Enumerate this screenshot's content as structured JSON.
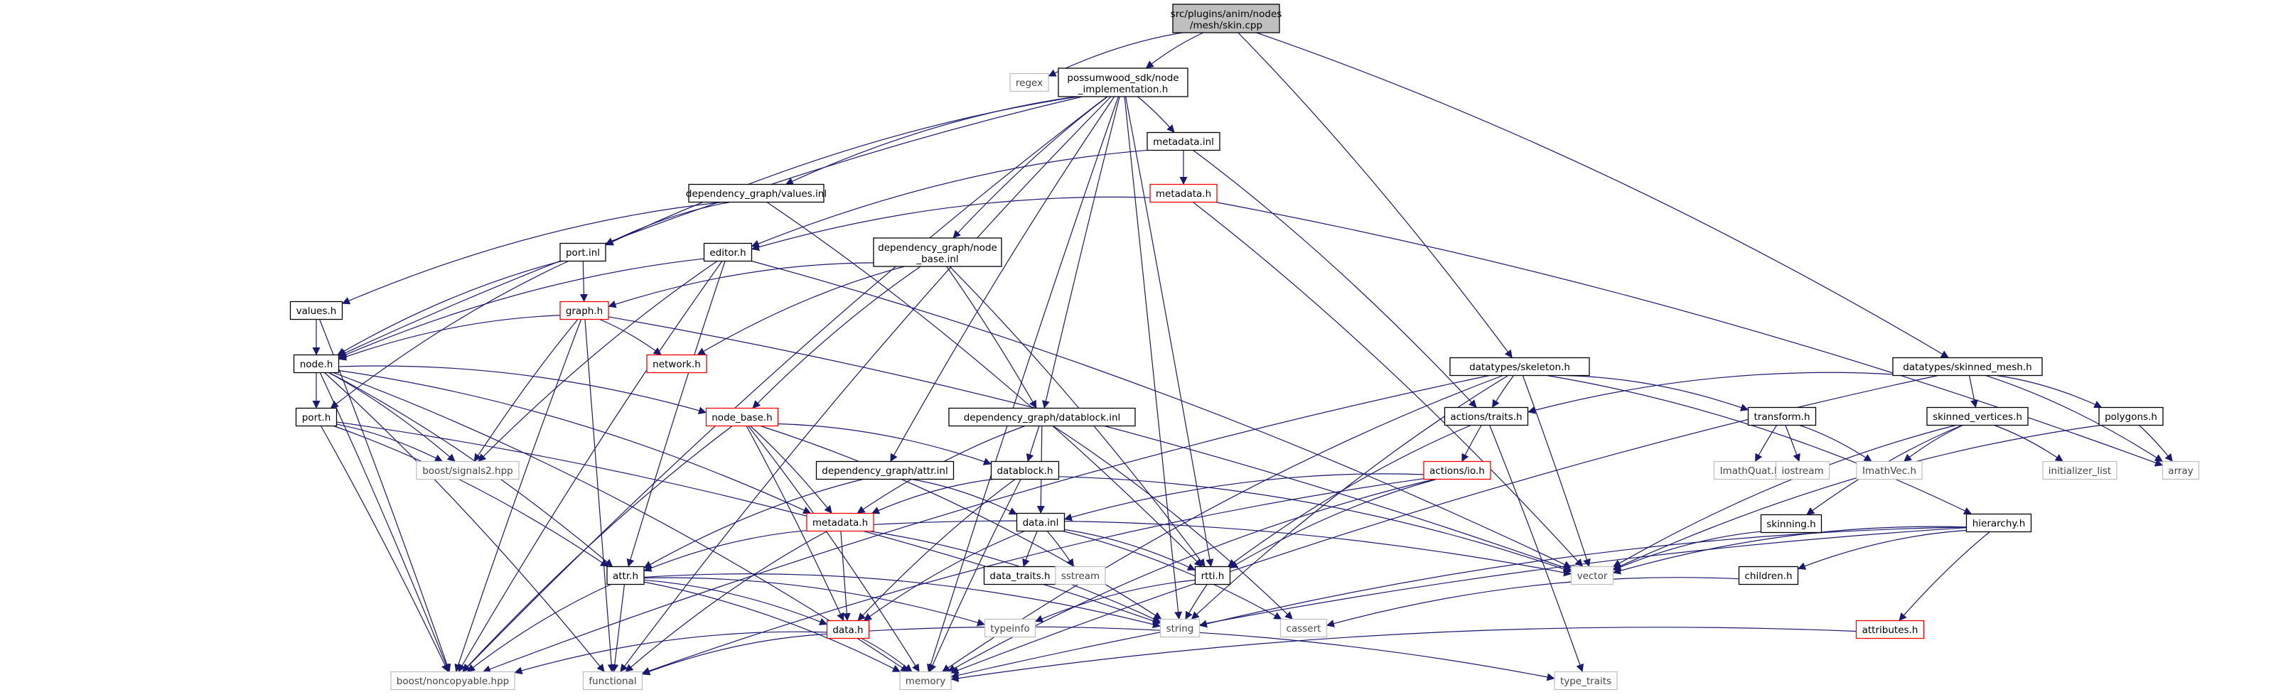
{
  "colors": {
    "root_fill": "#bfbfbf",
    "normal_border": "#000000",
    "truncated_border": "#ff0000",
    "system_border": "#bfbfbf",
    "edge": "#191970",
    "node_fill": "#ffffff"
  },
  "nodes": [
    {
      "id": "skin",
      "lines": [
        "src/plugins/anim/nodes",
        "/mesh/skin.cpp"
      ],
      "kind": "root"
    },
    {
      "id": "regex",
      "lines": [
        "regex"
      ],
      "kind": "system"
    },
    {
      "id": "node_impl",
      "lines": [
        "possumwood_sdk/node",
        "_implementation.h"
      ],
      "kind": "normal"
    },
    {
      "id": "skeleton_h",
      "lines": [
        "datatypes/skeleton.h"
      ],
      "kind": "normal"
    },
    {
      "id": "skinned_mesh_h",
      "lines": [
        "datatypes/skinned_mesh.h"
      ],
      "kind": "normal"
    },
    {
      "id": "metadata_inl",
      "lines": [
        "metadata.inl"
      ],
      "kind": "normal"
    },
    {
      "id": "values_inl",
      "lines": [
        "dependency_graph/values.inl"
      ],
      "kind": "normal"
    },
    {
      "id": "metadata_h_top",
      "lines": [
        "metadata.h"
      ],
      "kind": "truncated"
    },
    {
      "id": "port_inl",
      "lines": [
        "port.inl"
      ],
      "kind": "normal"
    },
    {
      "id": "editor_h",
      "lines": [
        "editor.h"
      ],
      "kind": "normal"
    },
    {
      "id": "node_base_inl",
      "lines": [
        "dependency_graph/node",
        "_base.inl"
      ],
      "kind": "normal"
    },
    {
      "id": "values_h",
      "lines": [
        "values.h"
      ],
      "kind": "normal"
    },
    {
      "id": "graph_h",
      "lines": [
        "graph.h"
      ],
      "kind": "truncated"
    },
    {
      "id": "network_h",
      "lines": [
        "network.h"
      ],
      "kind": "truncated"
    },
    {
      "id": "node_h",
      "lines": [
        "node.h"
      ],
      "kind": "normal"
    },
    {
      "id": "port_h",
      "lines": [
        "port.h"
      ],
      "kind": "normal"
    },
    {
      "id": "node_base_h",
      "lines": [
        "node_base.h"
      ],
      "kind": "truncated"
    },
    {
      "id": "datablock_inl",
      "lines": [
        "dependency_graph/datablock.inl"
      ],
      "kind": "normal"
    },
    {
      "id": "signals2",
      "lines": [
        "boost/signals2.hpp"
      ],
      "kind": "system"
    },
    {
      "id": "attr_inl",
      "lines": [
        "dependency_graph/attr.inl"
      ],
      "kind": "normal"
    },
    {
      "id": "datablock_h",
      "lines": [
        "datablock.h"
      ],
      "kind": "normal"
    },
    {
      "id": "metadata_h_mid",
      "lines": [
        "metadata.h"
      ],
      "kind": "truncated"
    },
    {
      "id": "data_inl",
      "lines": [
        "data.inl"
      ],
      "kind": "normal"
    },
    {
      "id": "attr_h",
      "lines": [
        "attr.h"
      ],
      "kind": "normal"
    },
    {
      "id": "data_traits_h",
      "lines": [
        "data_traits.h"
      ],
      "kind": "normal"
    },
    {
      "id": "sstream",
      "lines": [
        "sstream"
      ],
      "kind": "system"
    },
    {
      "id": "rtti_h",
      "lines": [
        "rtti.h"
      ],
      "kind": "normal"
    },
    {
      "id": "typeinfo",
      "lines": [
        "typeinfo"
      ],
      "kind": "system"
    },
    {
      "id": "data_h",
      "lines": [
        "data.h"
      ],
      "kind": "truncated"
    },
    {
      "id": "string",
      "lines": [
        "string"
      ],
      "kind": "system"
    },
    {
      "id": "noncopyable",
      "lines": [
        "boost/noncopyable.hpp"
      ],
      "kind": "system"
    },
    {
      "id": "functional",
      "lines": [
        "functional"
      ],
      "kind": "system"
    },
    {
      "id": "memory",
      "lines": [
        "memory"
      ],
      "kind": "system"
    },
    {
      "id": "actions_traits_h",
      "lines": [
        "actions/traits.h"
      ],
      "kind": "normal"
    },
    {
      "id": "actions_io_h",
      "lines": [
        "actions/io.h"
      ],
      "kind": "truncated"
    },
    {
      "id": "transform_h",
      "lines": [
        "transform.h"
      ],
      "kind": "normal"
    },
    {
      "id": "imathquat",
      "lines": [
        "ImathQuat.h"
      ],
      "kind": "system"
    },
    {
      "id": "iostream",
      "lines": [
        "iostream"
      ],
      "kind": "system"
    },
    {
      "id": "imathvec",
      "lines": [
        "ImathVec.h"
      ],
      "kind": "system"
    },
    {
      "id": "skinned_vertices_h",
      "lines": [
        "skinned_vertices.h"
      ],
      "kind": "normal"
    },
    {
      "id": "initializer_list",
      "lines": [
        "initializer_list"
      ],
      "kind": "system"
    },
    {
      "id": "polygons_h",
      "lines": [
        "polygons.h"
      ],
      "kind": "normal"
    },
    {
      "id": "array",
      "lines": [
        "array"
      ],
      "kind": "system"
    },
    {
      "id": "skinning_h",
      "lines": [
        "skinning.h"
      ],
      "kind": "normal"
    },
    {
      "id": "hierarchy_h",
      "lines": [
        "hierarchy.h"
      ],
      "kind": "normal"
    },
    {
      "id": "vector",
      "lines": [
        "vector"
      ],
      "kind": "system"
    },
    {
      "id": "children_h",
      "lines": [
        "children.h"
      ],
      "kind": "normal"
    },
    {
      "id": "cassert",
      "lines": [
        "cassert"
      ],
      "kind": "system"
    },
    {
      "id": "attributes_h",
      "lines": [
        "attributes.h"
      ],
      "kind": "truncated"
    },
    {
      "id": "type_traits",
      "lines": [
        "type_traits"
      ],
      "kind": "system"
    }
  ],
  "edges": [
    [
      "skin",
      "regex"
    ],
    [
      "skin",
      "node_impl"
    ],
    [
      "skin",
      "skeleton_h"
    ],
    [
      "skin",
      "skinned_mesh_h"
    ],
    [
      "node_impl",
      "metadata_inl"
    ],
    [
      "node_impl",
      "values_inl"
    ],
    [
      "node_impl",
      "port_inl"
    ],
    [
      "node_impl",
      "node_base_inl"
    ],
    [
      "node_impl",
      "datablock_inl"
    ],
    [
      "node_impl",
      "attr_inl"
    ],
    [
      "node_impl",
      "node_h"
    ],
    [
      "node_impl",
      "noncopyable"
    ],
    [
      "node_impl",
      "functional"
    ],
    [
      "node_impl",
      "memory"
    ],
    [
      "node_impl",
      "string"
    ],
    [
      "node_impl",
      "rtti_h"
    ],
    [
      "metadata_inl",
      "metadata_h_top"
    ],
    [
      "metadata_inl",
      "editor_h"
    ],
    [
      "metadata_inl",
      "actions_traits_h"
    ],
    [
      "metadata_h_top",
      "editor_h"
    ],
    [
      "metadata_h_top",
      "vector"
    ],
    [
      "metadata_h_top",
      "array"
    ],
    [
      "values_inl",
      "port_inl"
    ],
    [
      "values_inl",
      "values_h"
    ],
    [
      "values_inl",
      "rtti_h"
    ],
    [
      "port_inl",
      "graph_h"
    ],
    [
      "port_inl",
      "node_h"
    ],
    [
      "port_inl",
      "port_h"
    ],
    [
      "editor_h",
      "node_h"
    ],
    [
      "editor_h",
      "signals2"
    ],
    [
      "editor_h",
      "noncopyable"
    ],
    [
      "editor_h",
      "attr_h"
    ],
    [
      "editor_h",
      "vector"
    ],
    [
      "node_base_inl",
      "graph_h"
    ],
    [
      "node_base_inl",
      "network_h"
    ],
    [
      "node_base_inl",
      "node_base_h"
    ],
    [
      "node_base_inl",
      "datablock_inl"
    ],
    [
      "node_base_inl",
      "rtti_h"
    ],
    [
      "values_h",
      "node_h"
    ],
    [
      "values_h",
      "noncopyable"
    ],
    [
      "graph_h",
      "node_h"
    ],
    [
      "graph_h",
      "network_h"
    ],
    [
      "graph_h",
      "signals2"
    ],
    [
      "graph_h",
      "noncopyable"
    ],
    [
      "graph_h",
      "functional"
    ],
    [
      "graph_h",
      "vector"
    ],
    [
      "node_h",
      "port_h"
    ],
    [
      "node_h",
      "node_base_h"
    ],
    [
      "node_h",
      "signals2"
    ],
    [
      "node_h",
      "metadata_h_mid"
    ],
    [
      "node_h",
      "attr_h"
    ],
    [
      "node_h",
      "noncopyable"
    ],
    [
      "node_h",
      "functional"
    ],
    [
      "node_h",
      "memory"
    ],
    [
      "port_h",
      "signals2"
    ],
    [
      "port_h",
      "attr_h"
    ],
    [
      "port_h",
      "string"
    ],
    [
      "port_h",
      "noncopyable"
    ],
    [
      "node_base_h",
      "datablock_h"
    ],
    [
      "node_base_h",
      "metadata_h_mid"
    ],
    [
      "node_base_h",
      "data_h"
    ],
    [
      "node_base_h",
      "string"
    ],
    [
      "node_base_h",
      "memory"
    ],
    [
      "node_base_h",
      "noncopyable"
    ],
    [
      "datablock_inl",
      "datablock_h"
    ],
    [
      "datablock_inl",
      "data_inl"
    ],
    [
      "datablock_inl",
      "metadata_h_mid"
    ],
    [
      "datablock_inl",
      "cassert"
    ],
    [
      "attr_inl",
      "attr_h"
    ],
    [
      "attr_inl",
      "data_inl"
    ],
    [
      "datablock_h",
      "metadata_h_mid"
    ],
    [
      "datablock_h",
      "data_h"
    ],
    [
      "datablock_h",
      "memory"
    ],
    [
      "datablock_h",
      "vector"
    ],
    [
      "metadata_h_mid",
      "attr_h"
    ],
    [
      "metadata_h_mid",
      "data_h"
    ],
    [
      "metadata_h_mid",
      "functional"
    ],
    [
      "metadata_h_mid",
      "string"
    ],
    [
      "metadata_h_mid",
      "vector"
    ],
    [
      "data_inl",
      "data_traits_h"
    ],
    [
      "data_inl",
      "sstream"
    ],
    [
      "data_inl",
      "rtti_h"
    ],
    [
      "data_inl",
      "data_h"
    ],
    [
      "data_inl",
      "cassert"
    ],
    [
      "attr_h",
      "data_h"
    ],
    [
      "attr_h",
      "typeinfo"
    ],
    [
      "attr_h",
      "string"
    ],
    [
      "attr_h",
      "functional"
    ],
    [
      "attr_h",
      "memory"
    ],
    [
      "attr_h",
      "noncopyable"
    ],
    [
      "rtti_h",
      "typeinfo"
    ],
    [
      "rtti_h",
      "string"
    ],
    [
      "data_h",
      "noncopyable"
    ],
    [
      "data_h",
      "functional"
    ],
    [
      "data_h",
      "memory"
    ],
    [
      "data_h",
      "type_traits"
    ],
    [
      "skeleton_h",
      "actions_traits_h"
    ],
    [
      "skeleton_h",
      "transform_h"
    ],
    [
      "skeleton_h",
      "hierarchy_h"
    ],
    [
      "skeleton_h",
      "vector"
    ],
    [
      "skeleton_h",
      "string"
    ],
    [
      "skeleton_h",
      "memory"
    ],
    [
      "skeleton_h",
      "noncopyable"
    ],
    [
      "actions_traits_h",
      "actions_io_h"
    ],
    [
      "actions_traits_h",
      "rtti_h"
    ],
    [
      "actions_traits_h",
      "type_traits"
    ],
    [
      "actions_io_h",
      "data_inl"
    ],
    [
      "actions_io_h",
      "rtti_h"
    ],
    [
      "actions_io_h",
      "memory"
    ],
    [
      "actions_io_h",
      "functional"
    ],
    [
      "transform_h",
      "imathquat"
    ],
    [
      "transform_h",
      "iostream"
    ],
    [
      "transform_h",
      "imathvec"
    ],
    [
      "skinned_mesh_h",
      "actions_traits_h"
    ],
    [
      "skinned_mesh_h",
      "skinned_vertices_h"
    ],
    [
      "skinned_mesh_h",
      "polygons_h"
    ],
    [
      "skinned_mesh_h",
      "array"
    ],
    [
      "skinned_mesh_h",
      "memory"
    ],
    [
      "skinned_vertices_h",
      "imathvec"
    ],
    [
      "skinned_vertices_h",
      "initializer_list"
    ],
    [
      "skinned_vertices_h",
      "skinning_h"
    ],
    [
      "skinned_vertices_h",
      "vector"
    ],
    [
      "polygons_h",
      "array"
    ],
    [
      "polygons_h",
      "vector"
    ],
    [
      "skinning_h",
      "vector"
    ],
    [
      "hierarchy_h",
      "children_h"
    ],
    [
      "hierarchy_h",
      "attributes_h"
    ],
    [
      "hierarchy_h",
      "vector"
    ],
    [
      "hierarchy_h",
      "string"
    ],
    [
      "hierarchy_h",
      "memory"
    ],
    [
      "children_h",
      "cassert"
    ],
    [
      "attributes_h",
      "memory"
    ]
  ]
}
